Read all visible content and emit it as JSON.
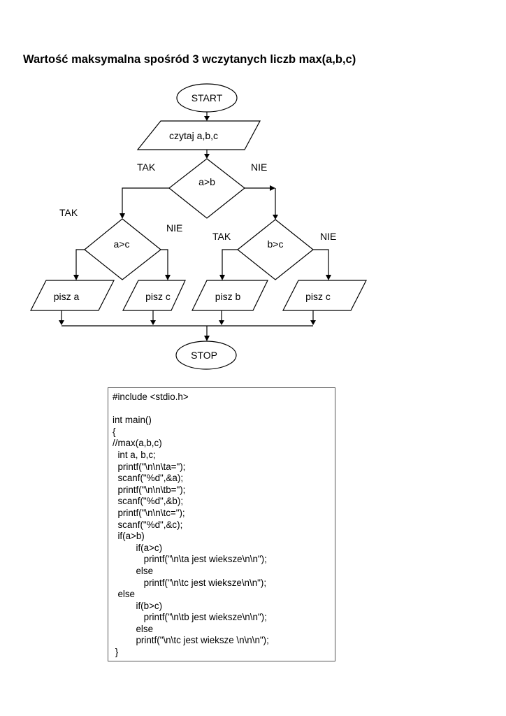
{
  "title": "Wartość maksymalna spośród 3 wczytanych liczb max(a,b,c)",
  "flowchart": {
    "start": "START",
    "input": "czytaj  a,b,c",
    "decision_ab": "a>b",
    "decision_ac": "a>c",
    "decision_bc": "b>c",
    "yes_label": "TAK",
    "no_label": "NIE",
    "output_a": "pisz  a",
    "output_c_left": "pisz  c",
    "output_b": "pisz  b",
    "output_c_right": "pisz  c",
    "stop": "STOP"
  },
  "code": {
    "lines": [
      "#include <stdio.h>",
      "",
      "int main()",
      "{",
      "//max(a,b,c)",
      "  int a, b,c;",
      "  printf(\"\\n\\n\\ta=\");",
      "  scanf(\"%d\",&a);",
      "  printf(\"\\n\\n\\tb=\");",
      "  scanf(\"%d\",&b);",
      "  printf(\"\\n\\n\\tc=\");",
      "  scanf(\"%d\",&c);",
      "  if(a>b)",
      "         if(a>c)",
      "            printf(\"\\n\\ta jest wieksze\\n\\n\");",
      "         else",
      "            printf(\"\\n\\tc jest wieksze\\n\\n\");",
      "  else",
      "         if(b>c)",
      "            printf(\"\\n\\tb jest wieksze\\n\\n\");",
      "         else",
      "         printf(\"\\n\\tc jest wieksze \\n\\n\\n\");",
      " }"
    ]
  }
}
